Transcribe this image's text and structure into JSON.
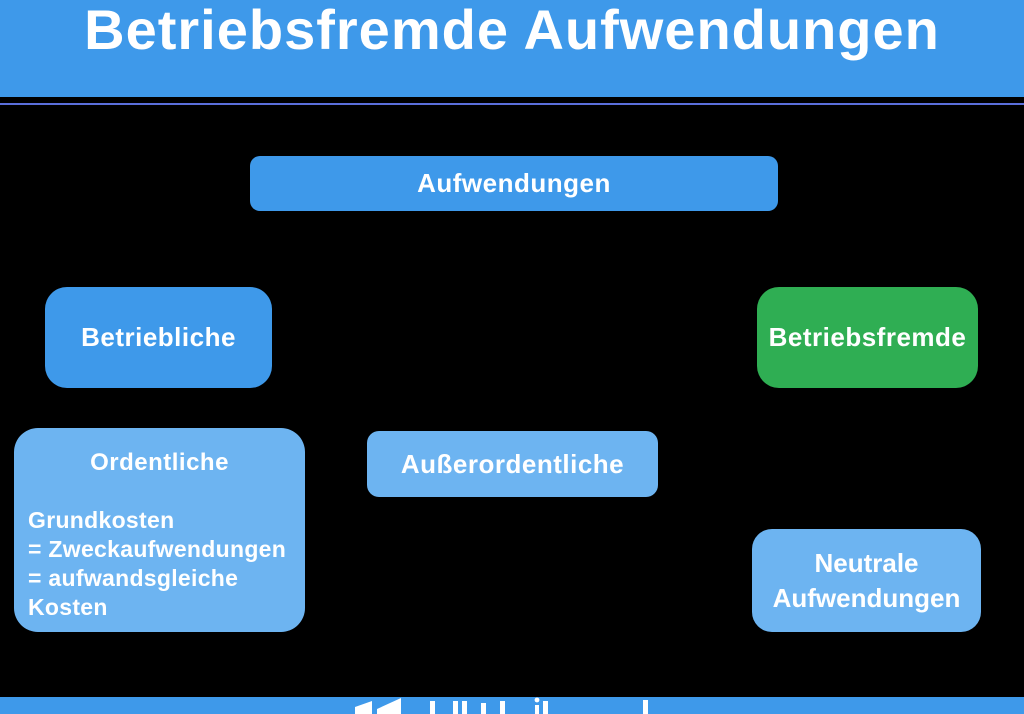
{
  "header": {
    "title": "Betriebsfremde Aufwendungen"
  },
  "diagram": {
    "nodes": {
      "aufwendungen": {
        "label": "Aufwendungen"
      },
      "betriebliche": {
        "label": "Betriebliche"
      },
      "betriebsfremde": {
        "label": "Betriebsfremde"
      },
      "ausserordentliche": {
        "label": "Außerordentliche"
      },
      "ordentliche": {
        "title": "Ordentliche",
        "lines": [
          "Grundkosten",
          "= Zweckaufwendungen",
          "= aufwandsgleiche",
          "Kosten"
        ]
      },
      "neutrale": {
        "lines": [
          "Neutrale",
          "Aufwendungen"
        ]
      }
    }
  },
  "footer": {
    "logo": "paper-plane-logo"
  },
  "colors": {
    "background": "#000000",
    "primary_blue": "#3e99ea",
    "light_blue": "#6db4f1",
    "green": "#2fae53",
    "divider_line": "#5b6fdb",
    "text": "#ffffff"
  }
}
